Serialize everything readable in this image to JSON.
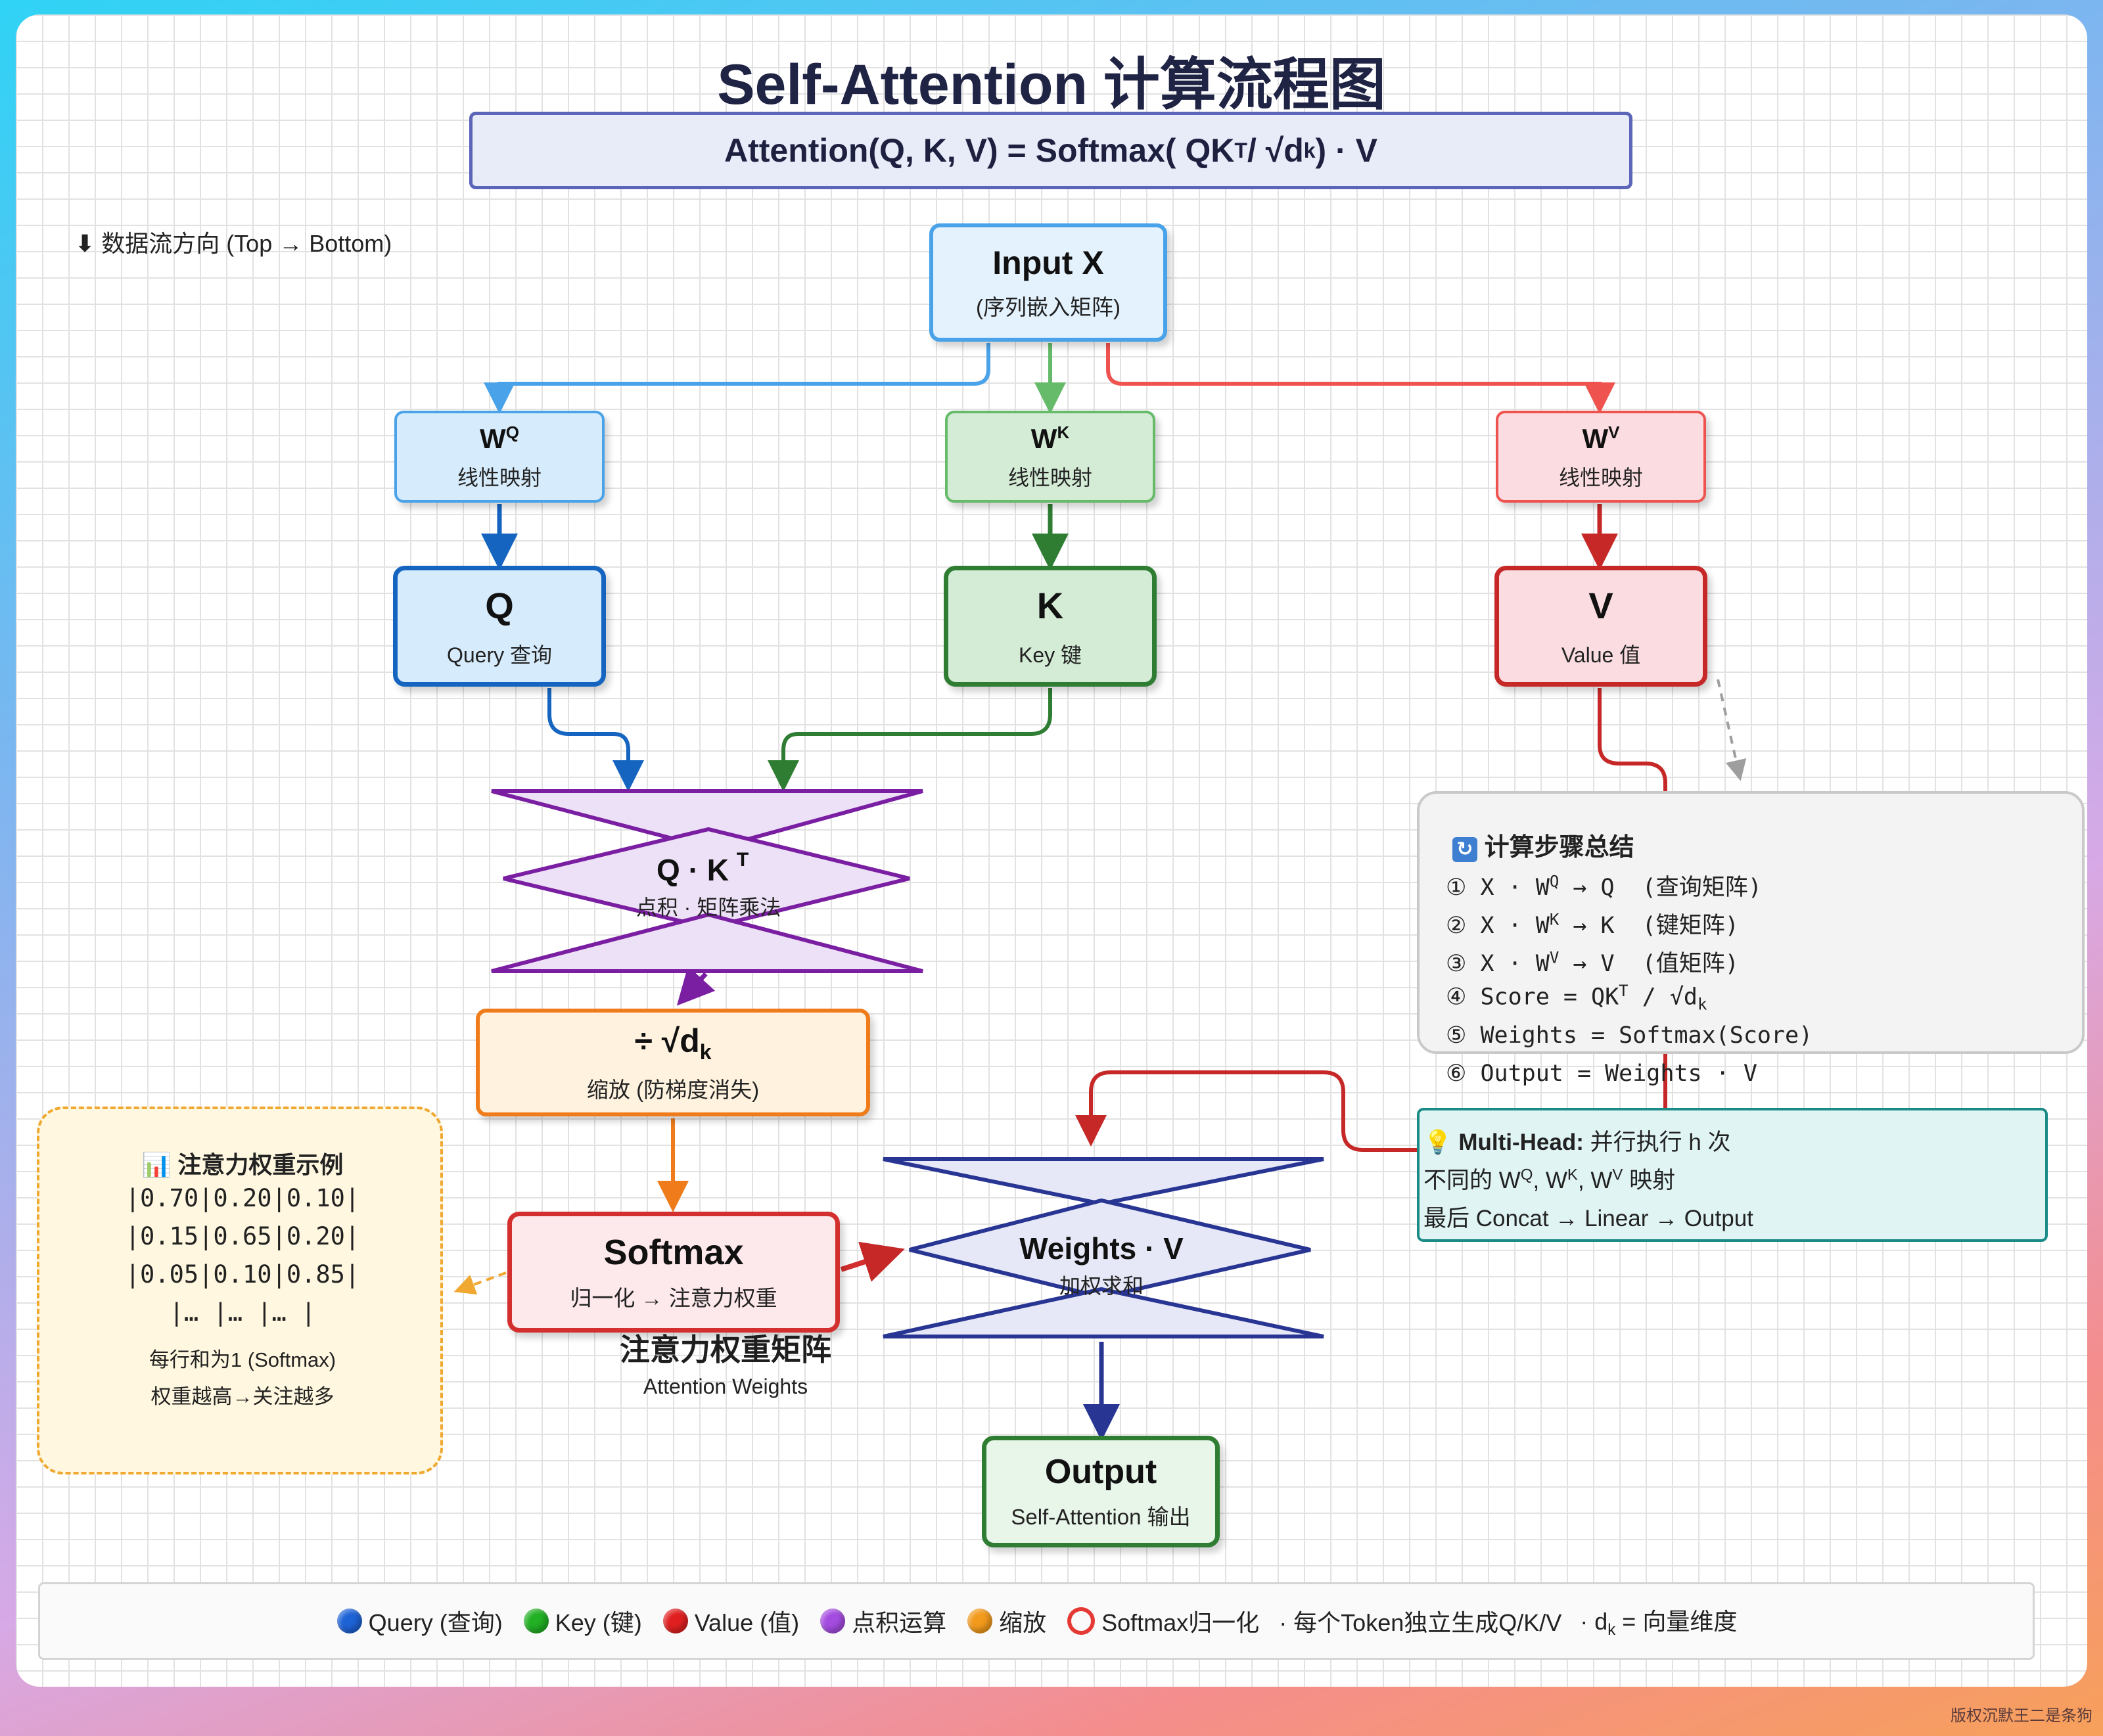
{
  "title": "Self-Attention 计算流程图",
  "formula": {
    "part1": "Attention(Q, K, V) = Softmax( QK",
    "sup_t": "T",
    "part2": " / √d",
    "sub_k": "k",
    "part3": " ) · V"
  },
  "flow_direction": "数据流方向 (Top → Bottom)",
  "nodes": {
    "input": {
      "title": "Input X",
      "subtitle": "(序列嵌入矩阵)"
    },
    "wq": {
      "title": "W",
      "sup": "Q",
      "subtitle": "线性映射"
    },
    "wk": {
      "title": "W",
      "sup": "K",
      "subtitle": "线性映射"
    },
    "wv": {
      "title": "W",
      "sup": "V",
      "subtitle": "线性映射"
    },
    "q": {
      "title": "Q",
      "subtitle": "Query 查询"
    },
    "k": {
      "title": "K",
      "subtitle": "Key 键"
    },
    "v": {
      "title": "V",
      "subtitle": "Value 值"
    },
    "dot_product": {
      "title": "Q · K",
      "title_sup": "T",
      "subtitle": "点积 · 矩阵乘法"
    },
    "scale": {
      "title": "÷ √d",
      "sub": "k",
      "subtitle": "缩放 (防梯度消失)"
    },
    "softmax": {
      "title": "Softmax",
      "subtitle": "归一化 → 注意力权重"
    },
    "weighted_sum": {
      "title": "Weights · V",
      "subtitle": "加权求和"
    },
    "output": {
      "title": "Output",
      "subtitle": "Self-Attention 输出"
    }
  },
  "attention_weights": {
    "title": "注意力权重矩阵",
    "subtitle": "Attention Weights"
  },
  "example": {
    "title": "注意力权重示例",
    "rows": [
      "|0.70|0.20|0.10|",
      "|0.15|0.65|0.20|",
      "|0.05|0.10|0.85|",
      "|… |… |… |"
    ],
    "notes": [
      "每行和为1 (Softmax)",
      "权重越高→关注越多"
    ]
  },
  "steps": {
    "title": "计算步骤总结",
    "items": [
      {
        "a": "① X · W",
        "sup": "Q",
        "b": " → Q  (查询矩阵)"
      },
      {
        "a": "② X · W",
        "sup": "K",
        "b": " → K  (键矩阵)"
      },
      {
        "a": "③ X · W",
        "sup": "V",
        "b": " → V  (值矩阵)"
      },
      {
        "a": "④ Score = QK",
        "sup": "T",
        "b": " / √d",
        "sub": "k"
      },
      {
        "a": "⑤ Weights = Softmax(Score)"
      },
      {
        "a": "⑥ Output = Weights · V"
      }
    ]
  },
  "multi_head": {
    "label": "Multi-Head:",
    "line1": "并行执行 h 次",
    "line2_a": "不同的 W",
    "sup_q": "Q",
    "line2_b": ", W",
    "sup_k": "K",
    "line2_c": ", W",
    "sup_v": "V",
    "line2_d": " 映射",
    "line3": "最后 Concat → Linear → Output"
  },
  "legend": {
    "query": "Query (查询)",
    "key": "Key (键)",
    "value": "Value (值)",
    "dot": "点积运算",
    "scale": "缩放",
    "softmax": "Softmax归一化",
    "note1": "· 每个Token独立生成Q/K/V",
    "note2_a": "· d",
    "note2_sub": "k",
    "note2_b": " = 向量维度"
  },
  "watermark": "版权沉默王二是条狗"
}
